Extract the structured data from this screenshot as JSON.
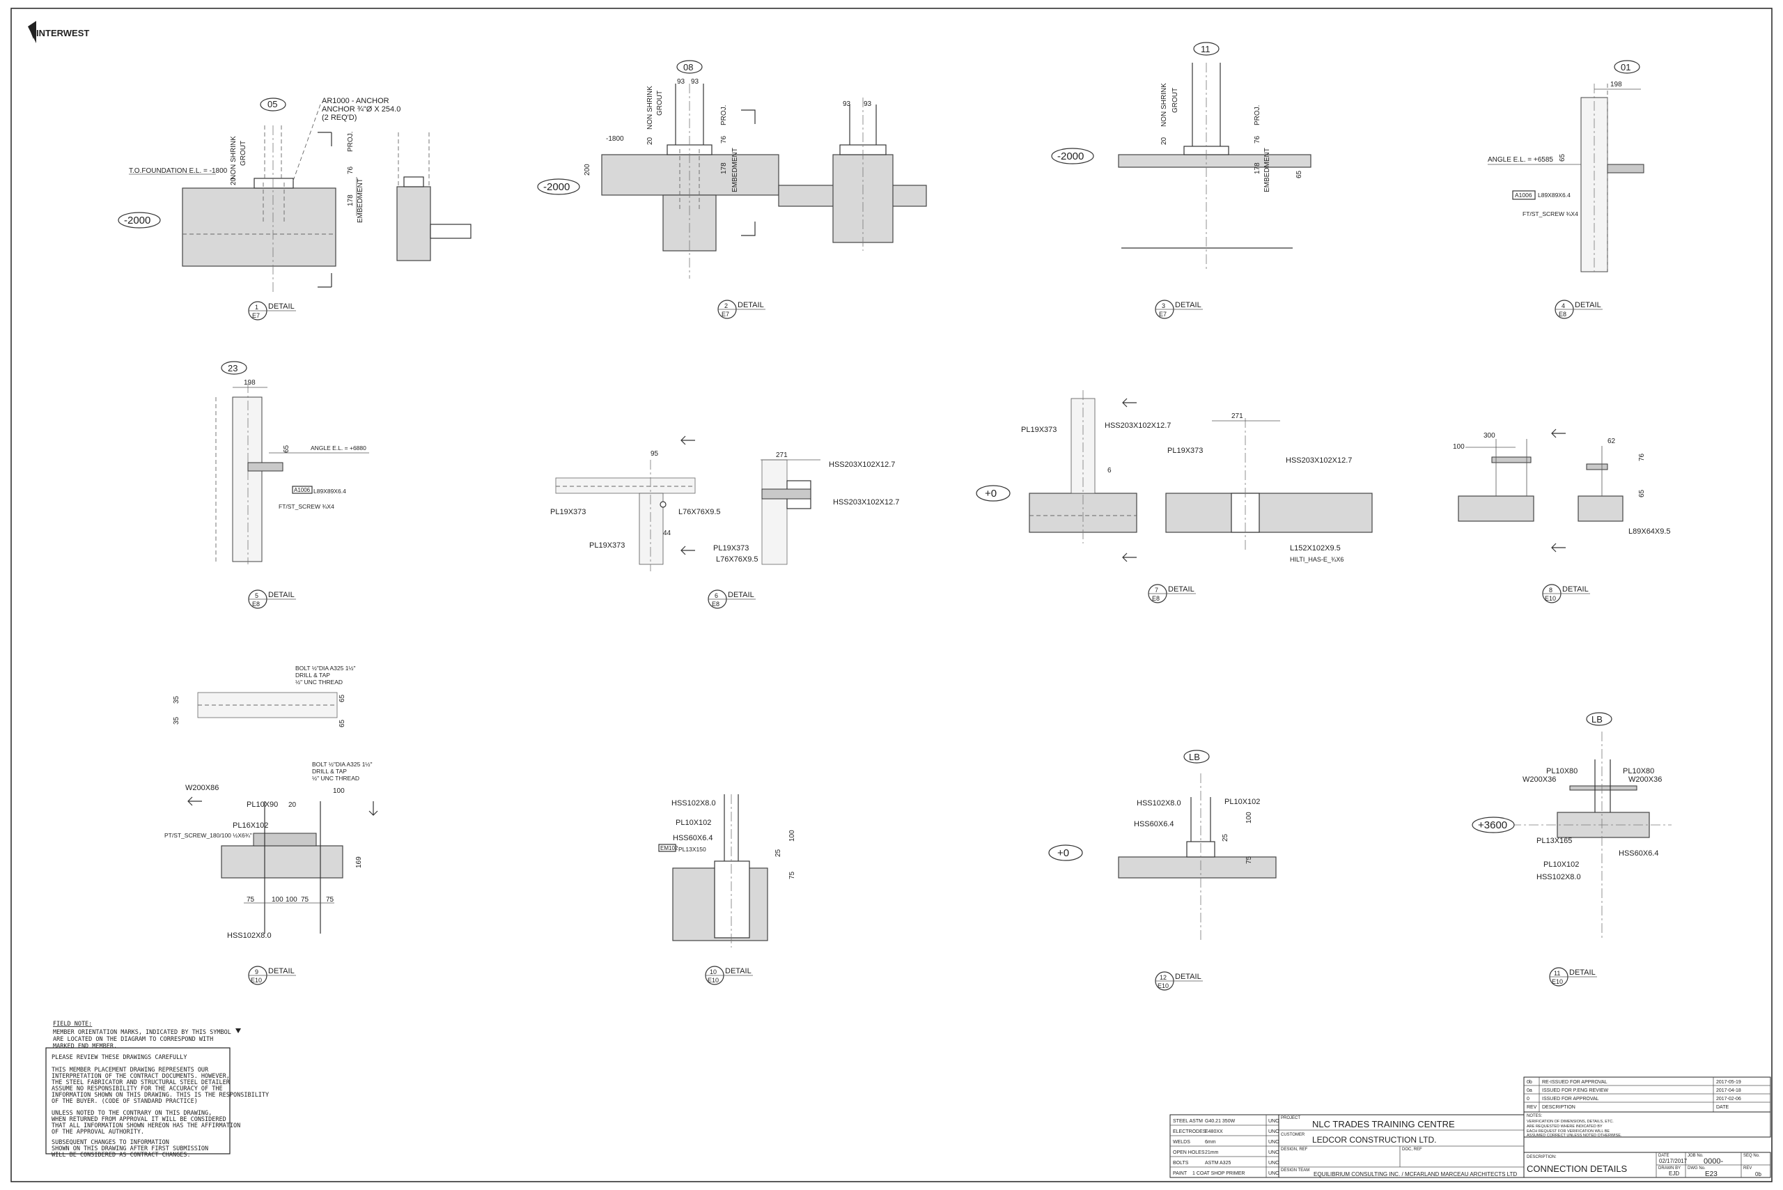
{
  "logo": {
    "text": "INTERWEST"
  },
  "details": [
    {
      "num": "1",
      "sheet": "E7",
      "label": "DETAIL",
      "tag": "05"
    },
    {
      "num": "2",
      "sheet": "E7",
      "label": "DETAIL",
      "tag": "08"
    },
    {
      "num": "3",
      "sheet": "E7",
      "label": "DETAIL",
      "tag": "11"
    },
    {
      "num": "4",
      "sheet": "E8",
      "label": "DETAIL",
      "tag": "01"
    },
    {
      "num": "5",
      "sheet": "E8",
      "label": "DETAIL",
      "tag": "23"
    },
    {
      "num": "6",
      "sheet": "E8",
      "label": "DETAIL"
    },
    {
      "num": "7",
      "sheet": "E8",
      "label": "DETAIL"
    },
    {
      "num": "8",
      "sheet": "E10",
      "label": "DETAIL"
    },
    {
      "num": "9",
      "sheet": "E10",
      "label": "DETAIL"
    },
    {
      "num": "10",
      "sheet": "E10",
      "label": "DETAIL"
    },
    {
      "num": "12",
      "sheet": "E10",
      "label": "DETAIL",
      "tag": "LB"
    },
    {
      "num": "11",
      "sheet": "E10",
      "label": "DETAIL",
      "tag": "LB"
    }
  ],
  "elevations": {
    "d1": "-2000",
    "d2": "-2000",
    "d3": "-2000",
    "d7": "+0",
    "d12": "+0",
    "d11": "+3600"
  },
  "labels": {
    "d1_anchor1": "AR1000 - ANCHOR",
    "d1_anchor2": "ANCHOR ¾\"Ø X 254.0",
    "d1_anchor3": "(2 REQ'D)",
    "d1_tof": "T.O.FOUNDATION E.L. = -1800",
    "d1_nsg1": "NON SHRINK",
    "d1_nsg2": "GROUT",
    "d1_20": "20",
    "d1_76": "76",
    "d1_proj": "PROJ.",
    "d1_178": "178",
    "d1_emb": "EMBEDMENT",
    "d2_93a": "93",
    "d2_93b": "93",
    "d2_1800": "-1800",
    "d2_200": "200",
    "d2_20": "20",
    "d2_nsg1": "NON SHRINK",
    "d2_nsg2": "GROUT",
    "d2_76": "76",
    "d2_proj": "PROJ.",
    "d2_178": "178",
    "d2_emb": "EMBEDMENT",
    "d2_93c": "93",
    "d2_93d": "93",
    "d3_20": "20",
    "d3_nsg1": "NON SHRINK",
    "d3_nsg2": "GROUT",
    "d3_76": "76",
    "d3_proj": "PROJ.",
    "d3_178": "178",
    "d3_emb": "EMBEDMENT",
    "d3_65": "65",
    "d4_198": "198",
    "d4_angle": "ANGLE E.L. = +6585",
    "d4_65": "65",
    "d4_a1006": "A1006",
    "d4_l89": "L89X89X6.4",
    "d4_ftst": "FT/ST_SCREW ¾X4",
    "d5_198": "198",
    "d5_65": "65",
    "d5_angle": "ANGLE E.L. = +6880",
    "d5_a1006": "A1006",
    "d5_l89": "L89X89X6.4",
    "d5_ftst": "FT/ST_SCREW ¾X4",
    "d6_95": "95",
    "d6_pl19a": "PL19X373",
    "d6_l76a": "L76X76X9.5",
    "d6_pl19b": "PL19X373",
    "d6_44": "44",
    "d6_271": "271",
    "d6_hss1": "HSS203X102X12.7",
    "d6_hss2": "HSS203X102X12.7",
    "d6_pl19c": "PL19X373",
    "d6_l76b": "L76X76X9.5",
    "d7_pl19a": "PL19X373",
    "d7_hss1": "HSS203X102X12.7",
    "d7_6": "6",
    "d7_271": "271",
    "d7_pl19b": "PL19X373",
    "d7_hss2": "HSS203X102X12.7",
    "d7_l152": "L152X102X9.5",
    "d7_hilti": "HILTI_HAS-E_¾X6",
    "d8_300": "300",
    "d8_100": "100",
    "d8_62": "62",
    "d8_76": "76",
    "d8_65": "65",
    "d8_l89": "L89X64X9.5",
    "d9_bolt1": "BOLT ½\"DIA A325 1½\"",
    "d9_bolt2": "DRILL & TAP",
    "d9_bolt3": "½\" UNC THREAD",
    "d9_35a": "35",
    "d9_35b": "35",
    "d9_65a": "65",
    "d9_65b": "65",
    "d9_bolt4": "BOLT ½\"DIA A325 1½\"",
    "d9_bolt5": "DRILL & TAP",
    "d9_bolt6": "½\" UNC THREAD",
    "d9_w200": "W200X86",
    "d9_pl10": "PL10X90",
    "d9_20": "20",
    "d9_100top": "100",
    "d9_pl16": "PL16X102",
    "d9_ptst": "PT/ST_SCREW_180/100 ½X6¾\"",
    "d9_169": "169",
    "d9_75a": "75",
    "d9_100a": "100",
    "d9_100b": "100",
    "d9_75b": "75",
    "d9_75c": "75",
    "d9_hss": "HSS102X8.0",
    "d10_hss1": "HSS102X8.0",
    "d10_pl10": "PL10X102",
    "d10_hss2": "HSS60X6.4",
    "d10_em": "EM102",
    "d10_pl13": "PL13X150",
    "d10_100": "100",
    "d10_25": "25",
    "d10_75": "75",
    "d12_hss1": "HSS102X8.0",
    "d12_pl10": "PL10X102",
    "d12_hss2": "HSS60X6.4",
    "d12_100": "100",
    "d12_25": "25",
    "d12_75": "75",
    "d11_pl10a": "PL10X80",
    "d11_w200a": "W200X36",
    "d11_pl10b": "PL10X80",
    "d11_w200b": "W200X36",
    "d11_pl13": "PL13X165",
    "d11_hss1": "HSS60X6.4",
    "d11_pl10c": "PL10X102",
    "d11_hss2": "HSS102X8.0"
  },
  "field_note": {
    "title": "FIELD NOTE:",
    "lines": [
      "MEMBER ORIENTATION MARKS, INDICATED BY THIS SYMBOL",
      "ARE LOCATED ON THE DIAGRAM TO CORRESPOND WITH",
      "MARKED END MEMBER."
    ]
  },
  "review_note": {
    "lines": [
      "PLEASE REVIEW THESE DRAWINGS CAREFULLY",
      "",
      "THIS MEMBER PLACEMENT DRAWING REPRESENTS OUR",
      "INTERPRETATION OF THE CONTRACT DOCUMENTS. HOWEVER,",
      "THE STEEL FABRICATOR AND STRUCTURAL STEEL DETAILER",
      "ASSUME NO RESPONSIBILITY FOR THE ACCURACY OF THE",
      "INFORMATION SHOWN ON THIS DRAWING. THIS IS THE RESPONSIBILITY",
      "OF THE BUYER. (CODE OF STANDARD PRACTICE)",
      "",
      "UNLESS NOTED TO THE CONTRARY ON THIS DRAWING,",
      "WHEN RETURNED FROM APPROVAL IT WILL BE CONSIDERED",
      "THAT ALL INFORMATION SHOWN HEREON HAS THE AFFIRMATION",
      "OF THE APPROVAL AUTHORITY.",
      "",
      "SUBSEQUENT CHANGES TO INFORMATION",
      "SHOWN ON THIS DRAWING AFTER FIRST SUBMISSION",
      "WILL BE CONSIDERED AS CONTRACT CHANGES."
    ]
  },
  "title_block": {
    "specs": [
      {
        "label": "STEEL ASTM",
        "value": "G40.21 350W",
        "unit": "UNO"
      },
      {
        "label": "ELECTRODES",
        "value": "E480XX",
        "unit": "UNO"
      },
      {
        "label": "WELDS",
        "value": "6mm",
        "unit": "UNO"
      },
      {
        "label": "OPEN HOLES",
        "value": "21mm",
        "unit": "UNO"
      },
      {
        "label": "BOLTS",
        "value": "ASTM A325",
        "unit": "UNO"
      },
      {
        "label": "PAINT",
        "value": "1 COAT SHOP PRIMER",
        "unit": "UNO"
      }
    ],
    "project_label": "PROJECT",
    "project": "NLC TRADES TRAINING CENTRE",
    "customer_label": "CUSTOMER",
    "customer": "LEDCOR CONSTRUCTION LTD.",
    "design_ref_label": "DESIGN, REF",
    "doc_ref_label": "DOC, REF",
    "design_team_label": "DESIGN TEAM",
    "design_team": "EQUILIBRIUM CONSULTING INC. / MCFARLAND MARCEAU ARCHITECTS LTD",
    "revisions": [
      {
        "rev": "0b",
        "desc": "RE-ISSUED FOR APPROVAL",
        "date": "2017-05-19"
      },
      {
        "rev": "0a",
        "desc": "ISSUED FOR P.ENG REVIEW",
        "date": "2017-04-18"
      },
      {
        "rev": "0",
        "desc": "ISSUED FOR APPROVAL",
        "date": "2017-02-06"
      }
    ],
    "rev_header": {
      "rev": "REV",
      "desc": "DESCRIPTION",
      "date": "DATE"
    },
    "notes_label": "NOTES:",
    "notes_lines": [
      "VERIFICATION OF DIMENSIONS, DETAILS, ETC.",
      "ARE REQUESTED WHERE INDICATED BY",
      "EACH REQUEST FOR VERIFICATION WILL BE",
      "ASSUMED CORRECT UNLESS NOTED OTHERWISE."
    ],
    "description_label": "DESCRIPTION:",
    "description": "CONNECTION DETAILS",
    "date_label": "DATE",
    "date": "02/17/2017",
    "job_label": "JOB No.",
    "job": "0000-",
    "seq_label": "SEQ No.",
    "drawn_label": "DRAWN BY",
    "drawn": "EJD",
    "dwg_label": "DWG No.",
    "dwg": "E23",
    "rev_label": "REV",
    "rev": "0b"
  },
  "colors": {
    "line": "#333333",
    "concrete": "#d8d8d8",
    "steel": "#c9c9c9",
    "paper": "#ffffff"
  }
}
